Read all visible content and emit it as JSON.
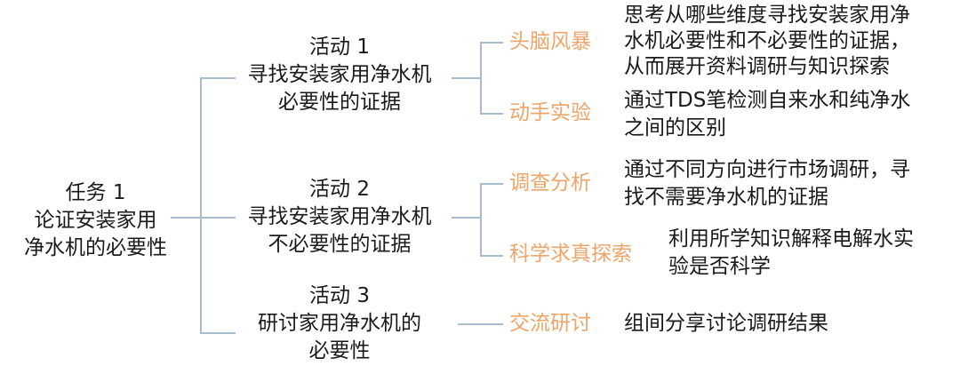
{
  "root": {
    "lines": [
      "任务 1",
      "论证安装家用",
      "净水机的必要性"
    ]
  },
  "activities": [
    {
      "lines": [
        "活动 1",
        "寻找安装家用净水机",
        "必要性的证据"
      ]
    },
    {
      "lines": [
        "活动 2",
        "寻找安装家用净水机",
        "不必要性的证据"
      ]
    },
    {
      "lines": [
        "活动 3",
        "研讨家用净水机的",
        "必要性"
      ]
    }
  ],
  "methods": [
    {
      "label": "头脑风暴",
      "desc": [
        "思考从哪些维度寻找安装家用净",
        "水机必要性和不必要性的证据，",
        "从而展开资料调研与知识探索"
      ]
    },
    {
      "label": "动手实验",
      "desc": [
        "通过TDS笔检测自来水和纯净水",
        "之间的区别"
      ]
    },
    {
      "label": "调查分析",
      "desc": [
        "通过不同方向进行市场调研，寻",
        "找不需要净水机的证据"
      ]
    },
    {
      "label": "科学求真探索",
      "desc": [
        "利用所学知识解释电解水实",
        "验是否科学"
      ]
    },
    {
      "label": "交流研讨",
      "desc": [
        "组间分享讨论调研结果"
      ]
    }
  ],
  "colors": {
    "line": "#a9bccf",
    "method_label": "#eda56a",
    "text": "#1a1a1a"
  }
}
